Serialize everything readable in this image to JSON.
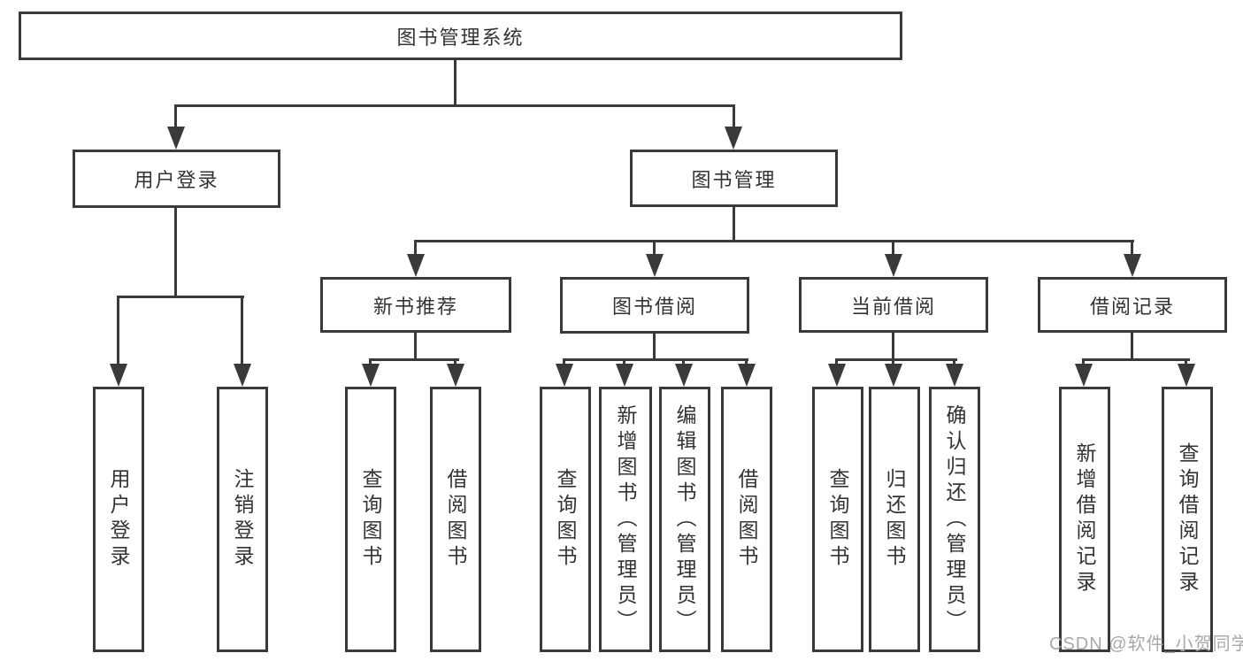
{
  "nodes": {
    "root": "图书管理系统",
    "level2": {
      "user_login": "用户登录",
      "book_management": "图书管理"
    },
    "level3": {
      "new_book_recommend": "新书推荐",
      "book_borrow": "图书借阅",
      "current_borrow": "当前借阅",
      "borrow_records": "借阅记录"
    },
    "leaves": [
      "用户登录",
      "注销登录",
      "查询图书",
      "借阅图书",
      "查询图书",
      "新增图书（管理员）",
      "编辑图书（管理员）",
      "借阅图书",
      "查询图书",
      "归还图书",
      "确认归还（管理员）",
      "新增借阅记录",
      "查询借阅记录"
    ]
  },
  "watermark": "CSDN @软件_小贺同学",
  "colors": {
    "line": "#3a3a3a",
    "text": "#333333",
    "watermark": "#a9a9a9",
    "background": "#ffffff"
  }
}
